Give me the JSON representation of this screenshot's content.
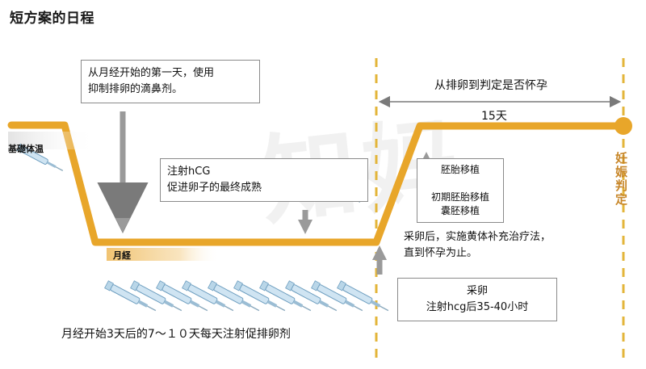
{
  "title": "短方案的日程",
  "watermark": "知妈",
  "colors": {
    "curve": "#e8a62a",
    "curve_light": "#f6d99a",
    "dashed": "#e3b53a",
    "arrow": "#7a7a7a",
    "box_border": "#8a8a8a",
    "text": "#111111",
    "vertical_label": "#c8872a",
    "syringe_body": "#cfe4f2",
    "syringe_line": "#6f9fc0"
  },
  "labels": {
    "basal_temp": "基礎体温",
    "menstruation": "月経",
    "pregnancy_test_vertical": "妊娠判定"
  },
  "boxes": {
    "nasal_spray": "从月经开始的第一天，使用\n抑制排卵的滴鼻剂。",
    "hcg_injection": "注射hCG\n促进卵子的最终成熟",
    "embryo_transfer": "胚胎移植\n\n初期胚胎移植\n囊胚移植",
    "egg_retrieval": "采卵\n注射hcg后35-40小时"
  },
  "texts": {
    "ovulation_to_test": "从排卵到判定是否怀孕",
    "days_15": "15天",
    "luteal_support": "采卵后，实施黄体补充治疗法，\n直到怀孕为止。",
    "bottom_caption": "月经开始3天后的7～１０天每天注射促排卵剂"
  },
  "syringes": {
    "count_bottom": 10,
    "count_top": 1
  }
}
